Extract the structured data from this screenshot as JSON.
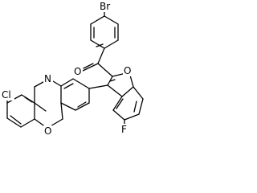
{
  "atoms": {
    "bromine": "Br",
    "carbonyl_oxygen": "O",
    "furan_oxygen": "O",
    "fluorine": "F",
    "pyridine_nitrogen": "N",
    "chlorine": "Cl",
    "pyran_oxygen": "O"
  },
  "colors": {
    "bond": "#000000",
    "label": "#000000",
    "background": "#ffffff"
  }
}
